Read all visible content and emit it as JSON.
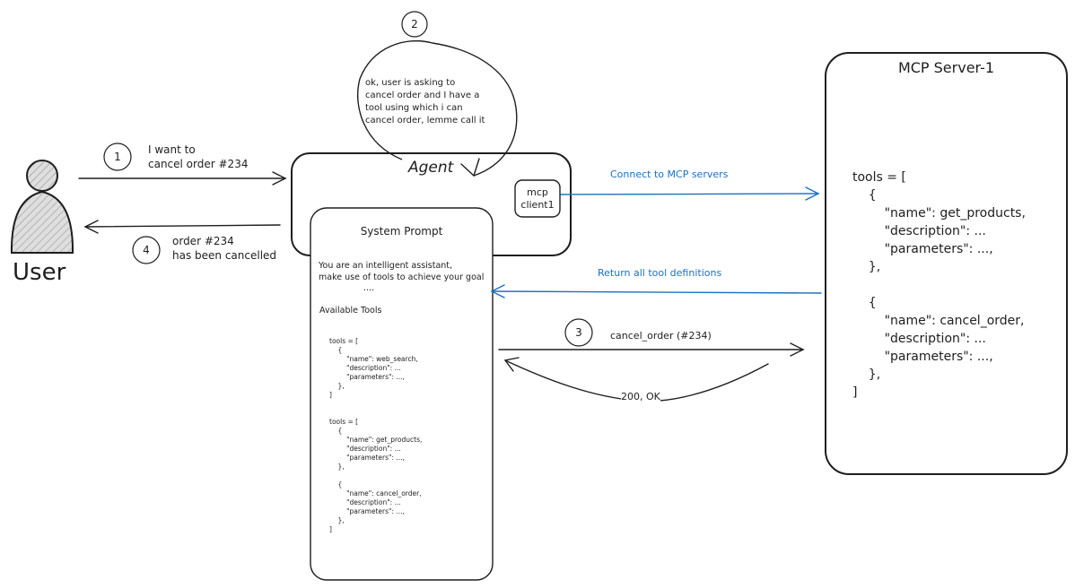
{
  "user": {
    "label": "User"
  },
  "steps": {
    "one": "1",
    "two": "2",
    "three": "3",
    "four": "4"
  },
  "messages": {
    "request_line1": "I want to",
    "request_line2": "cancel order #234",
    "response_line1": "order #234",
    "response_line2": "has been cancelled"
  },
  "thought": {
    "line1": "ok, user is asking to",
    "line2": "cancel order and I have a",
    "line3": "tool using which i can",
    "line4": "cancel order, lemme call it"
  },
  "agent": {
    "title": "Agent",
    "mcp_client_line1": "mcp",
    "mcp_client_line2": "client1"
  },
  "system_prompt": {
    "title": "System Prompt",
    "intro_line1": "You are an intelligent assistant,",
    "intro_line2": "make use of tools to achieve your goal",
    "ellipsis": "....",
    "available_tools": "Available Tools",
    "code": [
      "tools = [",
      "    {",
      "        \"name\": web_search,",
      "        \"description\": ...",
      "        \"parameters\": ...,",
      "    },",
      "]",
      "",
      "",
      "tools = [",
      "    {",
      "        \"name\": get_products,",
      "        \"description\": ...",
      "        \"parameters\": ...,",
      "    },",
      "",
      "    {",
      "        \"name\": cancel_order,",
      "        \"description\": ...",
      "        \"parameters\": ...,",
      "    },",
      "]"
    ]
  },
  "flows": {
    "connect": "Connect to MCP servers",
    "return_defs": "Return all tool definitions",
    "call": "cancel_order (#234)",
    "ok": "200, OK"
  },
  "mcp_server": {
    "title": "MCP Server-1",
    "code": [
      "tools = [",
      "    {",
      "        \"name\": get_products,",
      "        \"description\": ...",
      "        \"parameters\": ...,",
      "    },",
      "",
      "    {",
      "        \"name\": cancel_order,",
      "        \"description\": ...",
      "        \"parameters\": ...,",
      "    },",
      "]"
    ]
  },
  "colors": {
    "stroke": "#1e1e1e",
    "blue": "#1971c2",
    "user_fill": "#dedede"
  }
}
